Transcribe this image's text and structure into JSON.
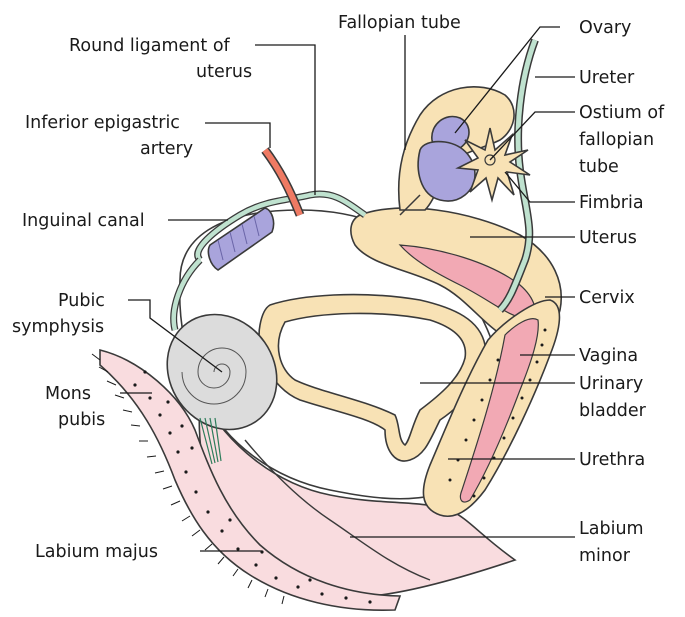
{
  "labels": {
    "fallopian_tube": "Fallopian tube",
    "ovary": "Ovary",
    "round_ligament_1": "Round ligament of",
    "round_ligament_2": "uterus",
    "ureter": "Ureter",
    "ostium_1": "Ostium of",
    "ostium_2": "fallopian",
    "ostium_3": "tube",
    "epigastric_1": "Inferior epigastric",
    "epigastric_2": "artery",
    "fimbria": "Fimbria",
    "inguinal_canal": "Inguinal canal",
    "uterus": "Uterus",
    "pubic_1": "Pubic",
    "pubic_2": "symphysis",
    "cervix": "Cervix",
    "vagina": "Vagina",
    "mons_1": "Mons",
    "mons_2": "pubis",
    "bladder_1": "Urinary",
    "bladder_2": "bladder",
    "urethra": "Urethra",
    "labium_minor_1": "Labium",
    "labium_minor_2": "minor",
    "labium_majus": "Labium majus"
  },
  "colors": {
    "uterus_fill": "#f8e2b5",
    "cavity_pink": "#f2a9b4",
    "skin_pink": "#f9dcdf",
    "ovary_purple": "#a9a4dc",
    "ureter_green": "#bfe2cf",
    "artery_red": "#ef7a63",
    "bone_grey": "#dcdcdc",
    "outline": "#3a3a3a"
  }
}
